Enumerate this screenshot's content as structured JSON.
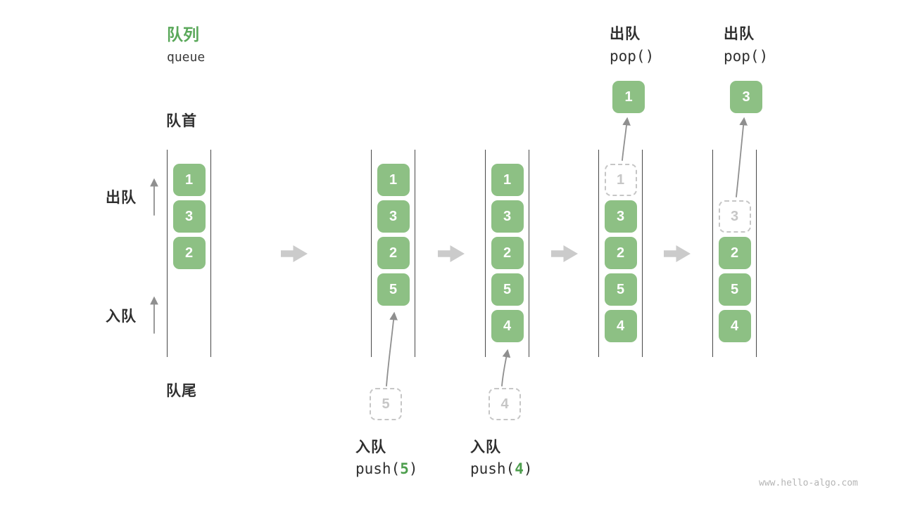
{
  "title": {
    "zh": "队列",
    "en": "queue"
  },
  "labels": {
    "front": "队首",
    "rear": "队尾",
    "dequeue": "出队",
    "enqueue": "入队"
  },
  "ops": {
    "push5": {
      "action": "入队",
      "code_pre": "push(",
      "code_arg": "5",
      "code_post": ")"
    },
    "push4": {
      "action": "入队",
      "code_pre": "push(",
      "code_arg": "4",
      "code_post": ")"
    },
    "pop_a": {
      "action": "出队",
      "code": "pop()"
    },
    "pop_b": {
      "action": "出队",
      "code": "pop()"
    }
  },
  "queues": {
    "q1": {
      "items": {
        "s0": "1",
        "s1": "3",
        "s2": "2"
      }
    },
    "q2": {
      "items": {
        "s0": "1",
        "s1": "3",
        "s2": "2",
        "s3": "5"
      },
      "incoming": "5"
    },
    "q3": {
      "items": {
        "s0": "1",
        "s1": "3",
        "s2": "2",
        "s3": "5",
        "s4": "4"
      },
      "incoming": "4"
    },
    "q4": {
      "ghost": "1",
      "items": {
        "s1": "3",
        "s2": "2",
        "s3": "5",
        "s4": "4"
      },
      "popped": "1"
    },
    "q5": {
      "ghost": "3",
      "items": {
        "s2": "2",
        "s3": "5",
        "s4": "4"
      },
      "popped": "3"
    }
  },
  "watermark": "www.hello-algo.com",
  "colors": {
    "green_box": "#8dc084",
    "title_green": "#5aa85a",
    "accent_green": "#4d9e4d",
    "ghost_gray": "#c6c6c6",
    "wall": "#474747",
    "block_arrow": "#cbcbcb",
    "curve_arrow": "#8f8f8f",
    "text_dark": "#2f2f2f",
    "watermark": "#b5b5b5"
  }
}
